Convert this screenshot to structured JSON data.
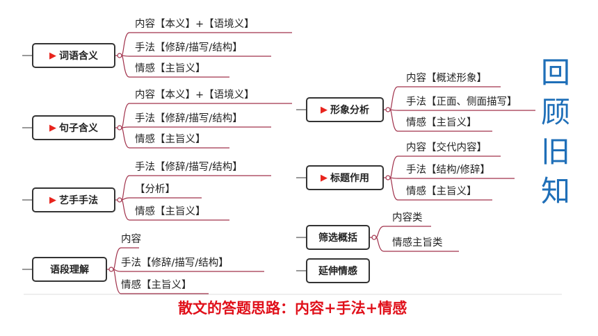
{
  "topics": [
    {
      "label": "词语含义",
      "flag": true,
      "branches": [
        "内容【本义】+【语境义】",
        "手法【修辞/描写/结构】",
        "情感【主旨义】"
      ]
    },
    {
      "label": "句子含义",
      "flag": true,
      "branches": [
        "内容【本义】+【语境义】",
        "手法【修辞/描写/结构】",
        "情感【主旨义】"
      ]
    },
    {
      "label": "艺手手法",
      "flag": true,
      "branches": [
        "手法【修辞/描写/结构】",
        "【分析】",
        "情感【主旨义】"
      ]
    },
    {
      "label": "语段理解",
      "flag": false,
      "branches": [
        "内容",
        "手法【修辞/描写/结构】",
        "情感【主旨义】"
      ]
    },
    {
      "label": "形象分析",
      "flag": true,
      "branches": [
        "内容【概述形象】",
        "手法【正面、侧面描写】",
        "情感【主旨义】"
      ]
    },
    {
      "label": "标题作用",
      "flag": true,
      "branches": [
        "内容【交代内容】",
        "手法【结构/修辞】",
        "情感【主旨义】"
      ]
    },
    {
      "label": "筛选概括",
      "flag": false,
      "branches": [
        "内容类",
        "情感主旨类"
      ]
    },
    {
      "label": "延伸情感",
      "flag": false,
      "branches": []
    }
  ],
  "side_text": [
    "回",
    "顾",
    "旧",
    "知"
  ],
  "footer": "散文的答题思路：内容+手法+情感",
  "colors": {
    "branch_line": "#a0304a",
    "flag": "#e8241d",
    "side_text": "#1f6fb8",
    "footer": "#e0101a"
  }
}
